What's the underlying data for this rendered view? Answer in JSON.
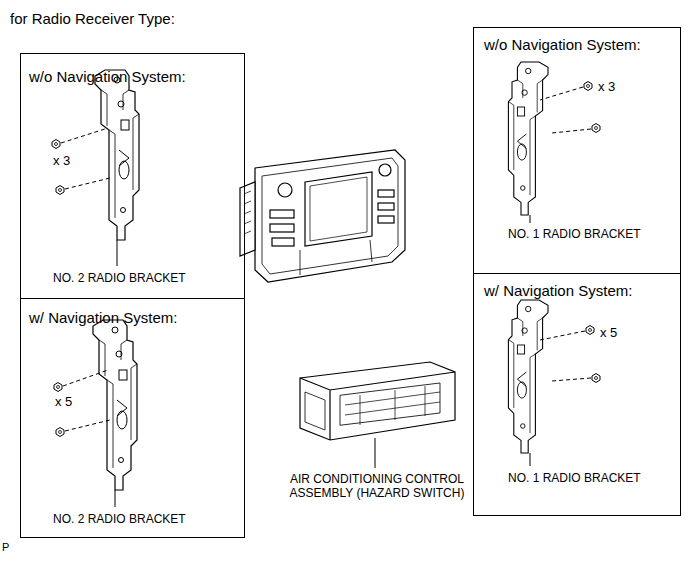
{
  "diagram": {
    "title": "for Radio Receiver Type:",
    "nodes": [
      {
        "text": [
          "w/o Navigation System:",
          "x 3",
          "NO. 2 RADIO BRACKET"
        ]
      },
      {
        "text": [
          "w/ Navigation System:",
          "x 5",
          "NO. 2 RADIO BRACKET"
        ]
      },
      {
        "text": [
          "w/o Navigation System:",
          "x 3",
          "NO. 1 RADIO BRACKET"
        ]
      },
      {
        "text": [
          "w/ Navigation System:",
          "x 5",
          "NO. 1 RADIO BRACKET"
        ]
      }
    ],
    "labels": [
      "AIR CONDITIONING CONTROL ASSEMBLY (HAZARD SWITCH)",
      "P"
    ]
  }
}
